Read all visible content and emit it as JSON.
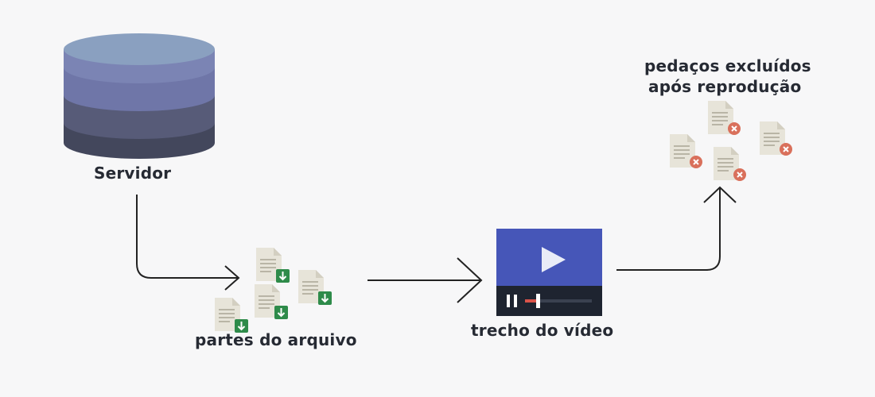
{
  "labels": {
    "server": "Servidor",
    "file_parts": "partes do arquivo",
    "video_clip": "trecho do vídeo",
    "deleted_parts_line1": "pedaços excluídos",
    "deleted_parts_line2": "após reprodução"
  },
  "icons": {
    "server": "database-icon",
    "file_part": "file-download-icon",
    "video": "video-player-icon",
    "deleted_part": "file-delete-icon"
  },
  "colors": {
    "db_top": "#8aa0c0",
    "db_layer1": "#6f76a8",
    "db_layer2": "#575b78",
    "db_layer3": "#43475c",
    "file_paper": "#e7e4d9",
    "file_lines": "#b9b5a6",
    "download_badge": "#2e8b4a",
    "delete_badge": "#d9705b",
    "video_screen": "#4656b8",
    "video_bar": "#1e2430",
    "progress": "#d9534a",
    "arrow": "#222222",
    "text": "#262a33"
  }
}
